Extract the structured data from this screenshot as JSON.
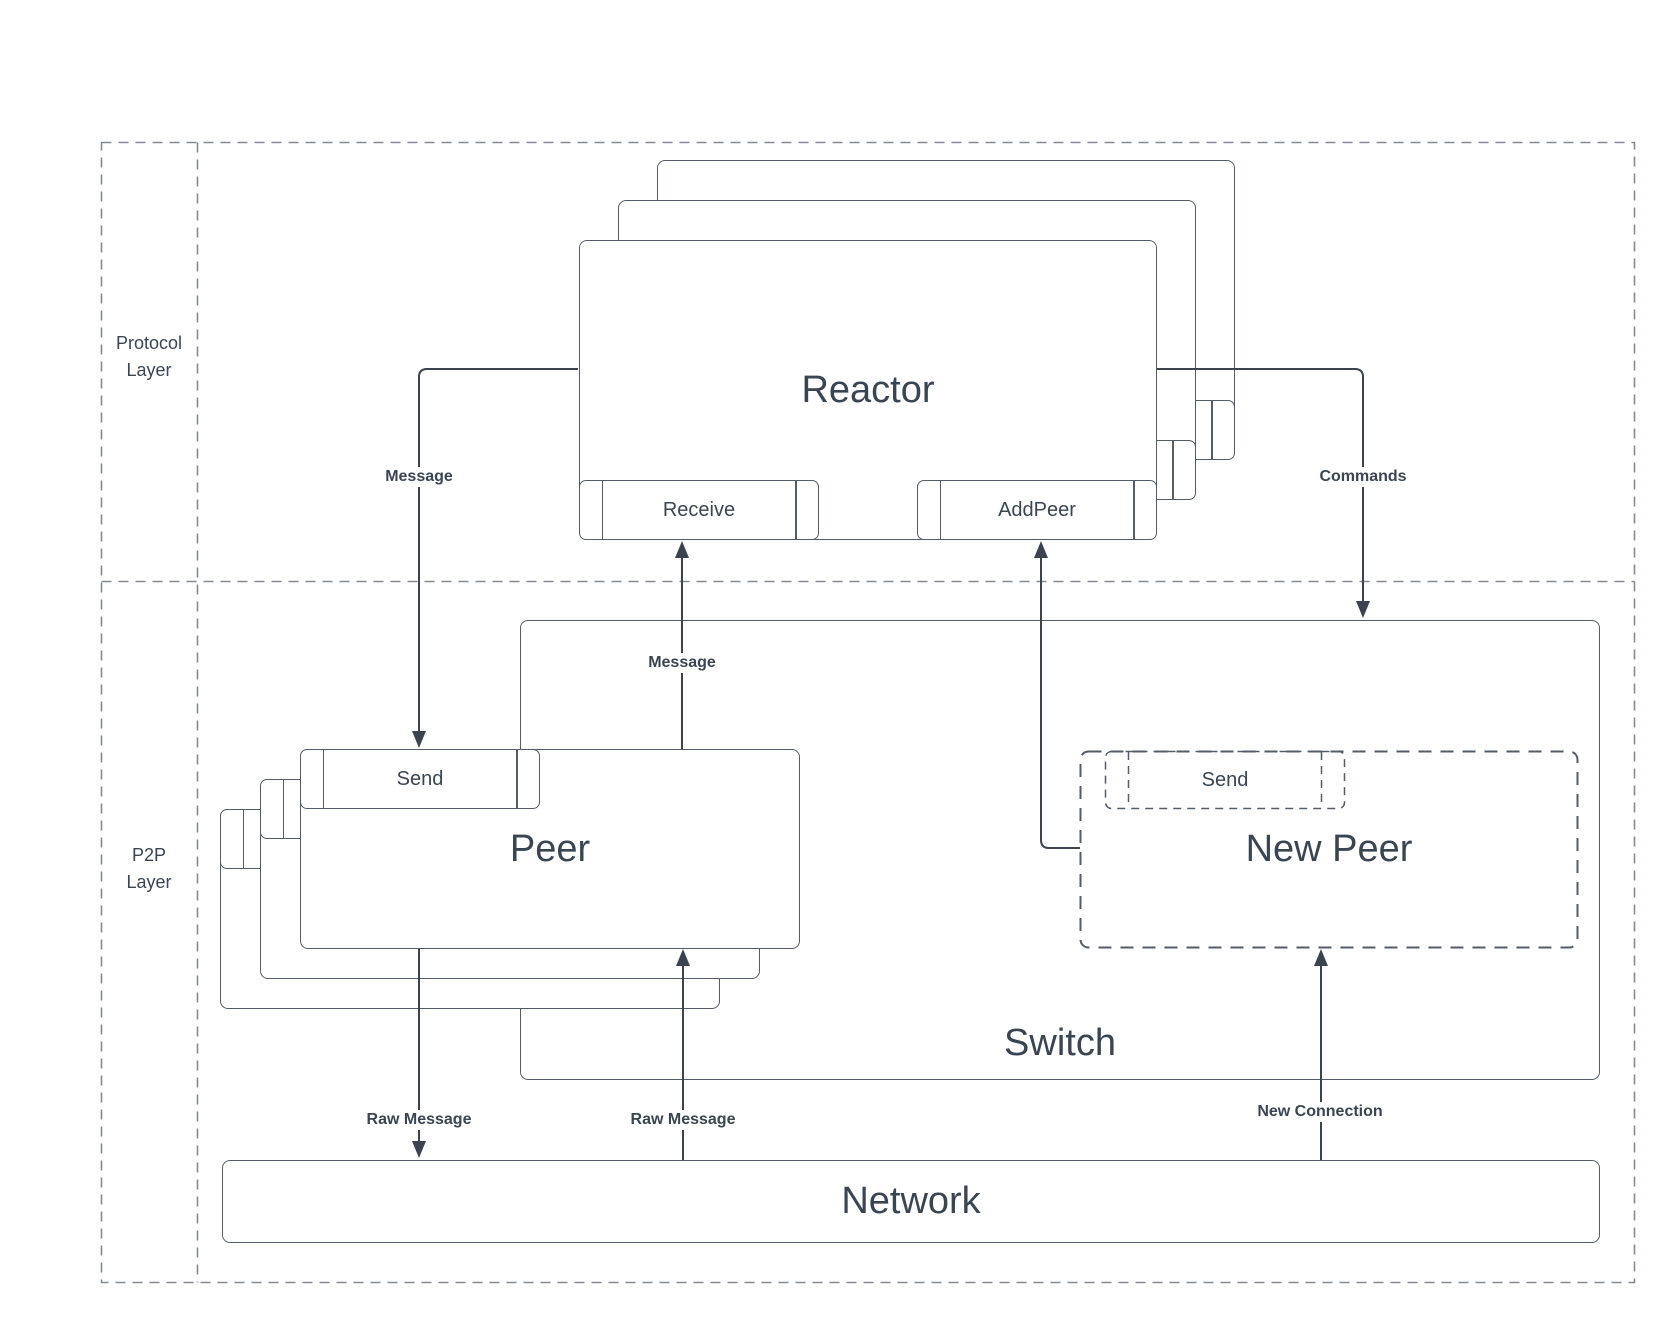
{
  "layer_labels": {
    "protocol": {
      "line1": "Protocol",
      "line2": "Layer"
    },
    "p2p": {
      "line1": "P2P",
      "line2": "Layer"
    }
  },
  "nodes": {
    "reactor": {
      "label": "Reactor",
      "ports": {
        "receive": "Receive",
        "addpeer": "AddPeer"
      }
    },
    "peer": {
      "label": "Peer",
      "ports": {
        "send": "Send"
      }
    },
    "new_peer": {
      "label": "New Peer",
      "ports": {
        "send": "Send"
      }
    },
    "switch": {
      "label": "Switch"
    },
    "network": {
      "label": "Network"
    }
  },
  "edges": {
    "message_to_peer": {
      "label": "Message"
    },
    "message_to_reactor": {
      "label": "Message"
    },
    "commands": {
      "label": "Commands"
    },
    "raw_message_out": {
      "label": "Raw Message"
    },
    "raw_message_in": {
      "label": "Raw Message"
    },
    "new_connection": {
      "label": "New Connection"
    }
  },
  "colors": {
    "box_stroke": "#535D6A",
    "outer_dash_stroke": "#828A95",
    "arrow": "#3A434F",
    "text": "#3A4554",
    "background": "#FFFFFF"
  }
}
